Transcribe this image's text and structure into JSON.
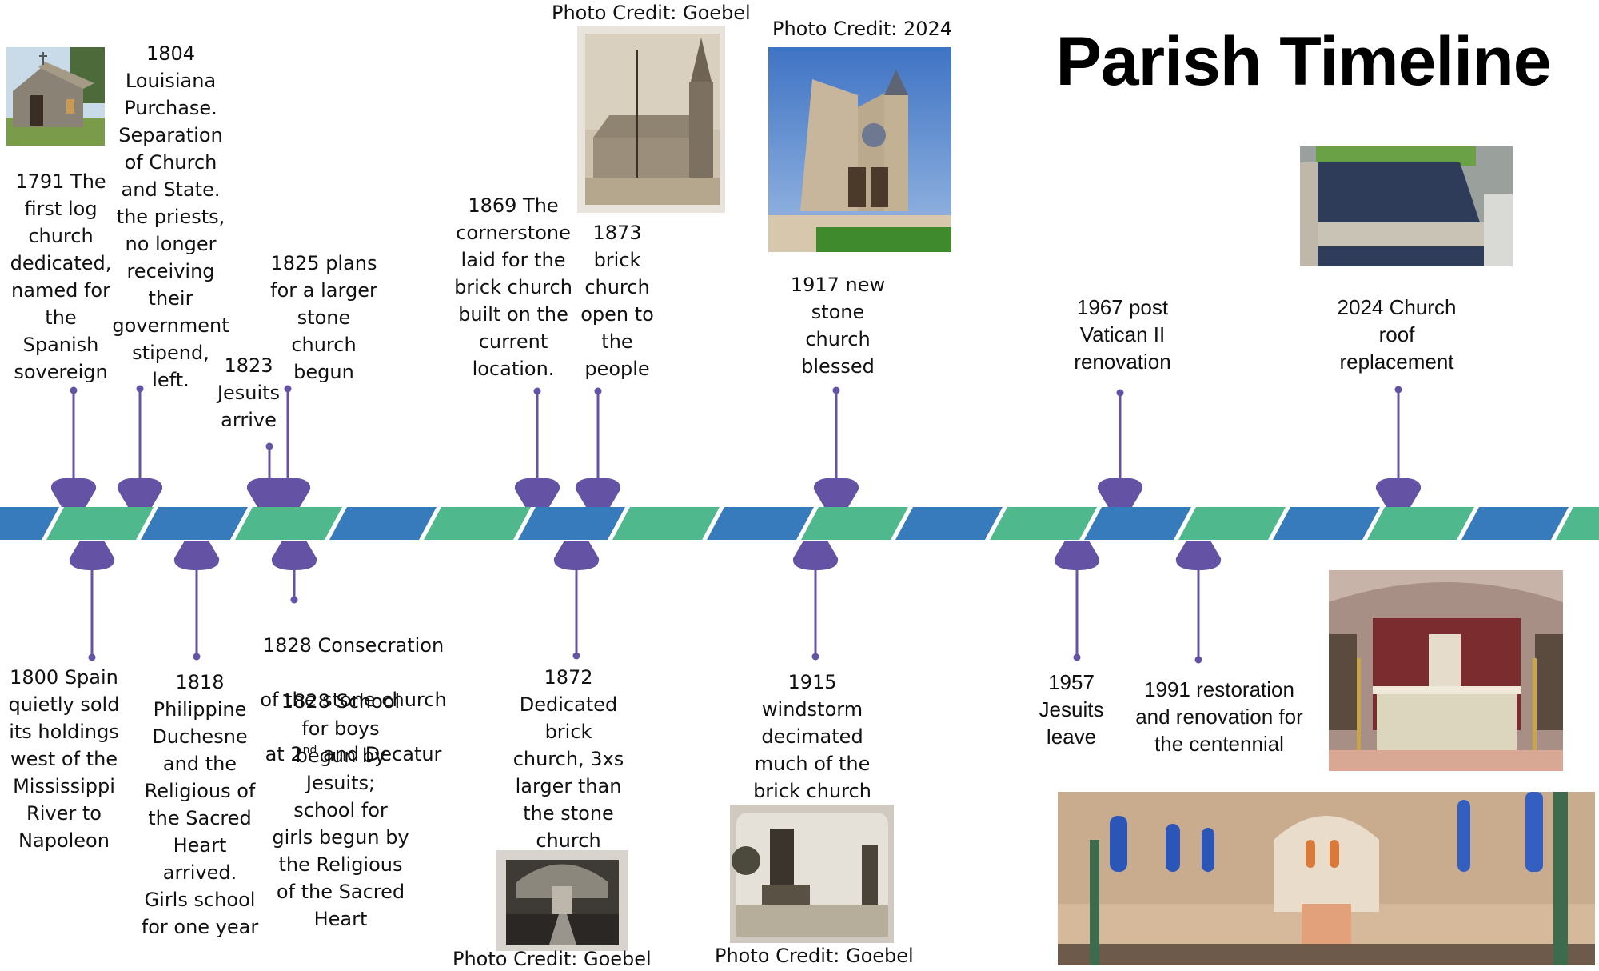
{
  "title": "Parish Timeline",
  "colors": {
    "bar_blue": "#387bbd",
    "bar_green": "#4fb88c",
    "pin_purple": "#6453a5"
  },
  "events_above": [
    {
      "year": "1791",
      "text": "1791 The\nfirst log\nchurch\ndedicated,\nnamed for\nthe\nSpanish\nsovereign"
    },
    {
      "year": "1804",
      "text": "1804\nLouisiana\nPurchase.\nSeparation\nof Church\nand State.\nthe priests,\nno longer\nreceiving\ntheir\ngovernment\nstipend,\nleft."
    },
    {
      "year": "1823",
      "text": "1823\nJesuits\narrive"
    },
    {
      "year": "1825",
      "text": "1825 plans\nfor a larger\nstone\nchurch\nbegun"
    },
    {
      "year": "1869",
      "text": "1869 The\ncornerstone\nlaid for the\nbrick church\nbuilt on the\ncurrent\nlocation."
    },
    {
      "year": "1873",
      "text": "1873\nbrick\nchurch\nopen to\nthe\npeople"
    },
    {
      "year": "1917",
      "text": "1917 new\nstone\nchurch\nblessed"
    },
    {
      "year": "1967",
      "text": "1967 post\nVatican II\nrenovation"
    },
    {
      "year": "2024",
      "text": "2024 Church\nroof\nreplacement"
    }
  ],
  "events_below": [
    {
      "year": "1800",
      "text": "1800 Spain\nquietly sold\nits holdings\nwest of the\nMississippi\nRiver to\nNapoleon"
    },
    {
      "year": "1818",
      "text": "1818\nPhilippine\nDuchesne\nand the\nReligious of\nthe Sacred\nHeart\narrived.\nGirls school\nfor one year"
    },
    {
      "year": "1828",
      "text_line1": "1828 Consecration",
      "text_line2": "of the stone church",
      "text_line3_pre": "at 2",
      "text_line3_sup": "nd",
      "text_line3_post": " and Decatur",
      "text_school": "1828 School\nfor boys\nbegun by\nJesuits;\nschool for\ngirls begun by\nthe Religious\nof the Sacred\nHeart"
    },
    {
      "year": "1872",
      "text": "1872\nDedicated\nbrick\nchurch, 3xs\nlarger than\nthe stone\nchurch"
    },
    {
      "year": "1915",
      "text": "1915\nwindstorm\ndecimated\nmuch of the\nbrick church"
    },
    {
      "year": "1957",
      "text": "1957\nJesuits\nleave"
    },
    {
      "year": "1991",
      "text": "1991 restoration\nand renovation for\nthe centennial"
    }
  ],
  "photos": {
    "log_church": {
      "description": "first log church"
    },
    "brick_church_exterior": {
      "description": "brick church exterior, sepia",
      "credit": "Photo Credit: Goebel"
    },
    "stone_church_2024": {
      "description": "current stone church exterior",
      "credit": "Photo Credit: 2024"
    },
    "roof_aerial": {
      "description": "aerial view of new church roof"
    },
    "brick_church_interior": {
      "description": "brick church interior, black and white",
      "credit": "Photo Credit: Goebel"
    },
    "windstorm_ruins": {
      "description": "brick church after windstorm",
      "credit": "Photo Credit: Goebel"
    },
    "altar": {
      "description": "restored altar"
    },
    "nave_interior": {
      "description": "church nave interior"
    }
  }
}
